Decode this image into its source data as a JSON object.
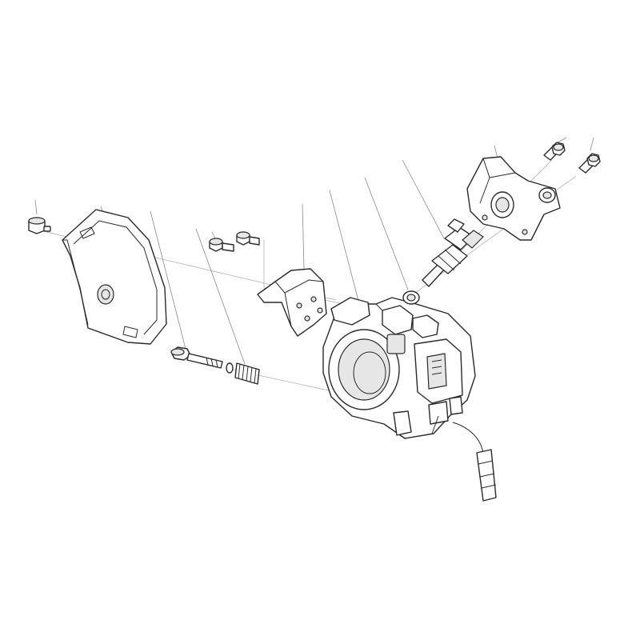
{
  "diagram": {
    "type": "exploded-parts-view",
    "parts": [
      {
        "id": "screw-small-left",
        "icon": "screw-icon"
      },
      {
        "id": "cover",
        "icon": "cover-icon"
      },
      {
        "id": "long-bolt",
        "icon": "bolt-icon"
      },
      {
        "id": "spring",
        "icon": "spring-icon"
      },
      {
        "id": "screw-pair",
        "icon": "screw-icon"
      },
      {
        "id": "bracket",
        "icon": "bracket-icon"
      },
      {
        "id": "throttle-body",
        "icon": "throttle-body-icon"
      },
      {
        "id": "o-ring",
        "icon": "seal-icon"
      },
      {
        "id": "fuel-injector",
        "icon": "injector-icon"
      },
      {
        "id": "fuel-rail-cap",
        "icon": "fuel-rail-icon"
      },
      {
        "id": "screw-top-1",
        "icon": "screw-icon"
      },
      {
        "id": "screw-top-2",
        "icon": "screw-icon"
      }
    ],
    "colors": {
      "line": "#2a2a2a",
      "leader": "#8a8a8a",
      "background": "#ffffff"
    }
  }
}
